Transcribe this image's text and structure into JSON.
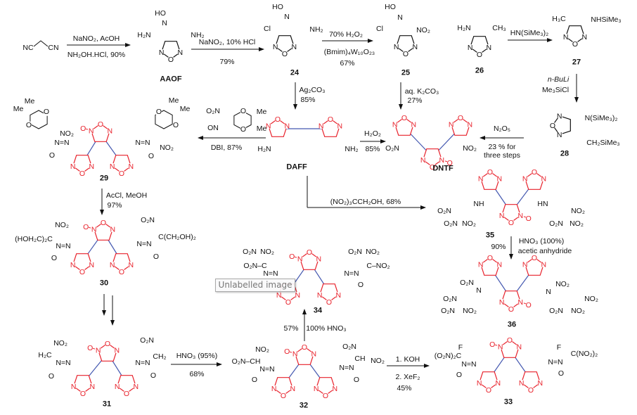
{
  "colors": {
    "ring": "#e8202a",
    "link_bond": "#4458b0",
    "bond": "#111111"
  },
  "ring_atoms": {
    "n": "N",
    "o": "O"
  },
  "tooltip": "Unlabelled image",
  "start": {
    "s": [
      "NC",
      "CN"
    ]
  },
  "reactions": {
    "r1": [
      "NaNO₂, AcOH",
      "NH₂OH.HCl, 90%"
    ],
    "r2": [
      "NaNO₂, 10% HCl",
      "79%"
    ],
    "r3": [
      "70% H₂O₂",
      "(Bmim)₄W₁₀O₂₃",
      "67%"
    ],
    "r4": [
      "HN(SiMe₃)₂"
    ],
    "r5": [
      "n-BuLi",
      "Me₃SiCl"
    ],
    "r6": [
      "N₂O₅",
      "23 % for",
      "three steps"
    ],
    "r7": [
      "Ag₂CO₃",
      "85%"
    ],
    "r8": [
      "aq. K₂CO₃",
      "27%"
    ],
    "r9": [
      "H₂O₂",
      "85%"
    ],
    "r10": [
      "O₂N",
      "ON",
      "Me",
      "Me",
      "O",
      "O",
      "DBI, 87%"
    ],
    "r11": [
      "AcCl, MeOH",
      "97%"
    ],
    "r12": [
      "HNO₃ (95%)",
      "68%"
    ],
    "r13": [
      "57%",
      "100% HNO₃"
    ],
    "r14": [
      "1. KOH",
      "2. XeF₂",
      "45%"
    ],
    "r15": [
      "(NO₂)₃CCH₂OH, 68%"
    ],
    "r16": [
      "90%",
      "HNO₃ (100%)",
      "acetic anhydride"
    ]
  },
  "c": {
    "aaof": {
      "label": "AAOF",
      "s": [
        "HO",
        "N",
        "H₂N",
        "NH₂"
      ]
    },
    "c24": {
      "label": "24",
      "s": [
        "HO",
        "N",
        "Cl",
        "NH₂"
      ]
    },
    "c25": {
      "label": "25",
      "s": [
        "HO",
        "N",
        "Cl",
        "NO₂"
      ]
    },
    "c26": {
      "label": "26",
      "s": [
        "H₂N",
        "CH₃"
      ]
    },
    "c27": {
      "label": "27",
      "s": [
        "H₃C",
        "NHSiMe₃"
      ]
    },
    "c28": {
      "label": "28",
      "s": [
        "N(SiMe₃)₂",
        "CH₂SiMe₃"
      ]
    },
    "daff": {
      "label": "DAFF",
      "s": [
        "H₂N",
        "NH₂"
      ]
    },
    "dntf": {
      "label": "DNTF",
      "s": [
        "O₂N",
        "NO₂"
      ]
    },
    "c29": {
      "label": "29",
      "s": [
        "Me",
        "Me",
        "O",
        "O",
        "NO₂",
        "N=N",
        "O",
        "Me",
        "Me",
        "O",
        "O",
        "N=N",
        "NO₂",
        "O"
      ]
    },
    "c30": {
      "label": "30",
      "s": [
        "NO₂",
        "(HOH₂C)₂C",
        "N=N",
        "O",
        "O₂N",
        "C(CH₂OH)₂",
        "N=N",
        "O"
      ]
    },
    "c31": {
      "label": "31",
      "s": [
        "NO₂",
        "H₂C",
        "N=N",
        "O",
        "O₂N",
        "CH₂",
        "N=N",
        "O"
      ]
    },
    "c32": {
      "label": "32",
      "s": [
        "NO₂",
        "O₂N–CH",
        "N=N",
        "O",
        "O₂N",
        "CH",
        "NO₂",
        "N=N",
        "O"
      ]
    },
    "c34": {
      "label": "34",
      "s": [
        "O₂N",
        "NO₂",
        "O₂N–C",
        "N=N",
        "O₂N",
        "NO₂",
        "C–NO₂",
        "N=N",
        "O"
      ]
    },
    "c33": {
      "label": "33",
      "s": [
        "F",
        "(O₂N)₂C",
        "N=N",
        "O",
        "F",
        "C(NO₂)₂",
        "N=N",
        "O"
      ]
    },
    "c35": {
      "label": "35",
      "s": [
        "NH",
        "O₂N",
        "O₂N",
        "NO₂",
        "HN",
        "NO₂",
        "O₂N",
        "NO₂"
      ]
    },
    "c36": {
      "label": "36",
      "s": [
        "O₂N",
        "N",
        "O₂N",
        "O₂N",
        "NO₂",
        "NO₂",
        "N",
        "NO₂",
        "O₂N",
        "NO₂"
      ]
    }
  }
}
